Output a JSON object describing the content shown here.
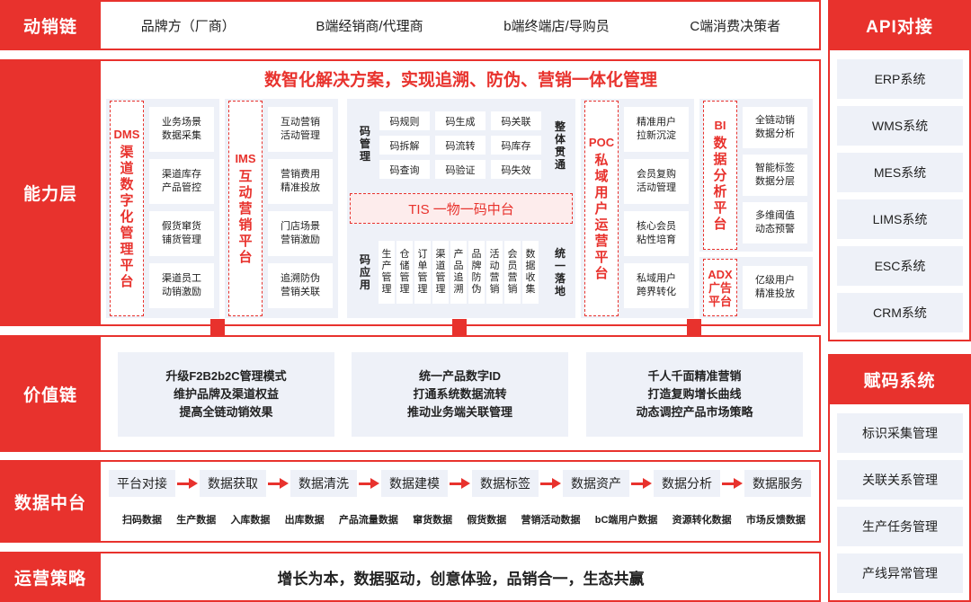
{
  "rows": {
    "chain": "动销链",
    "capability": "能力层",
    "value": "价值链",
    "data": "数据中台",
    "ops": "运营策略"
  },
  "chain_items": [
    "品牌方（厂商）",
    "B端经销商/代理商",
    "b端终端店/导购员",
    "C端消费决策者"
  ],
  "capability": {
    "headline": "数智化解决方案，实现追溯、防伪、营销一体化管理",
    "dms": {
      "tag": "DMS",
      "name": "渠道数字化管理平台",
      "items": [
        "业务场景\n数据采集",
        "渠道库存\n产品管控",
        "假货窜货\n铺货管理",
        "渠道员工\n动销激励"
      ]
    },
    "ims": {
      "tag": "IMS",
      "name": "互动营销平台",
      "items": [
        "互动营销\n活动管理",
        "营销费用\n精准投放",
        "门店场景\n营销激励",
        "追溯防伪\n营销关联"
      ]
    },
    "code_mgmt": {
      "label": "码管理",
      "items": [
        "码规则",
        "码生成",
        "码关联",
        "码拆解",
        "码流转",
        "码库存",
        "码查询",
        "码验证",
        "码失效"
      ],
      "side": "整体贯通"
    },
    "tis": "TIS 一物一码中台",
    "code_app": {
      "label": "码应用",
      "items": [
        "生产管理",
        "仓储管理",
        "订单管理",
        "渠道管理",
        "产品追溯",
        "品牌防伪",
        "活动营销",
        "会员营销",
        "数据收集"
      ],
      "side": "统一落地"
    },
    "poc": {
      "tag": "POC",
      "name": "私域用户运营平台",
      "items": [
        "精准用户\n拉新沉淀",
        "会员复购\n活动管理",
        "核心会员\n粘性培育",
        "私域用户\n跨界转化"
      ]
    },
    "bi": {
      "tag": "BI",
      "name": "数据分析平台",
      "items": [
        "全链动销\n数据分析",
        "智能标签\n数据分层",
        "多维阈值\n动态预警"
      ]
    },
    "adx": {
      "tag": "ADX",
      "name": "广告平台",
      "items": [
        "亿级用户\n精准投放"
      ]
    }
  },
  "value_items": [
    [
      "升级F2B2b2C管理模式",
      "维护品牌及渠道权益",
      "提高全链动销效果"
    ],
    [
      "统一产品数字ID",
      "打通系统数据流转",
      "推动业务端关联管理"
    ],
    [
      "千人千面精准营销",
      "打造复购增长曲线",
      "动态调控产品市场策略"
    ]
  ],
  "data_steps": [
    "平台对接",
    "数据获取",
    "数据清洗",
    "数据建模",
    "数据标签",
    "数据资产",
    "数据分析",
    "数据服务"
  ],
  "data_items": [
    "扫码数据",
    "生产数据",
    "入库数据",
    "出库数据",
    "产品流量数据",
    "窜货数据",
    "假货数据",
    "营销活动数据",
    "bC端用户数据",
    "资源转化数据",
    "市场反馈数据"
  ],
  "ops_text": "增长为本，数据驱动，创意体验，品销合一，生态共赢",
  "api": {
    "title": "API对接",
    "items": [
      "ERP系统",
      "WMS系统",
      "MES系统",
      "LIMS系统",
      "ESC系统",
      "CRM系统"
    ]
  },
  "code_sys": {
    "title": "赋码系统",
    "items": [
      "标识采集管理",
      "关联关系管理",
      "生产任务管理",
      "产线异常管理"
    ]
  }
}
